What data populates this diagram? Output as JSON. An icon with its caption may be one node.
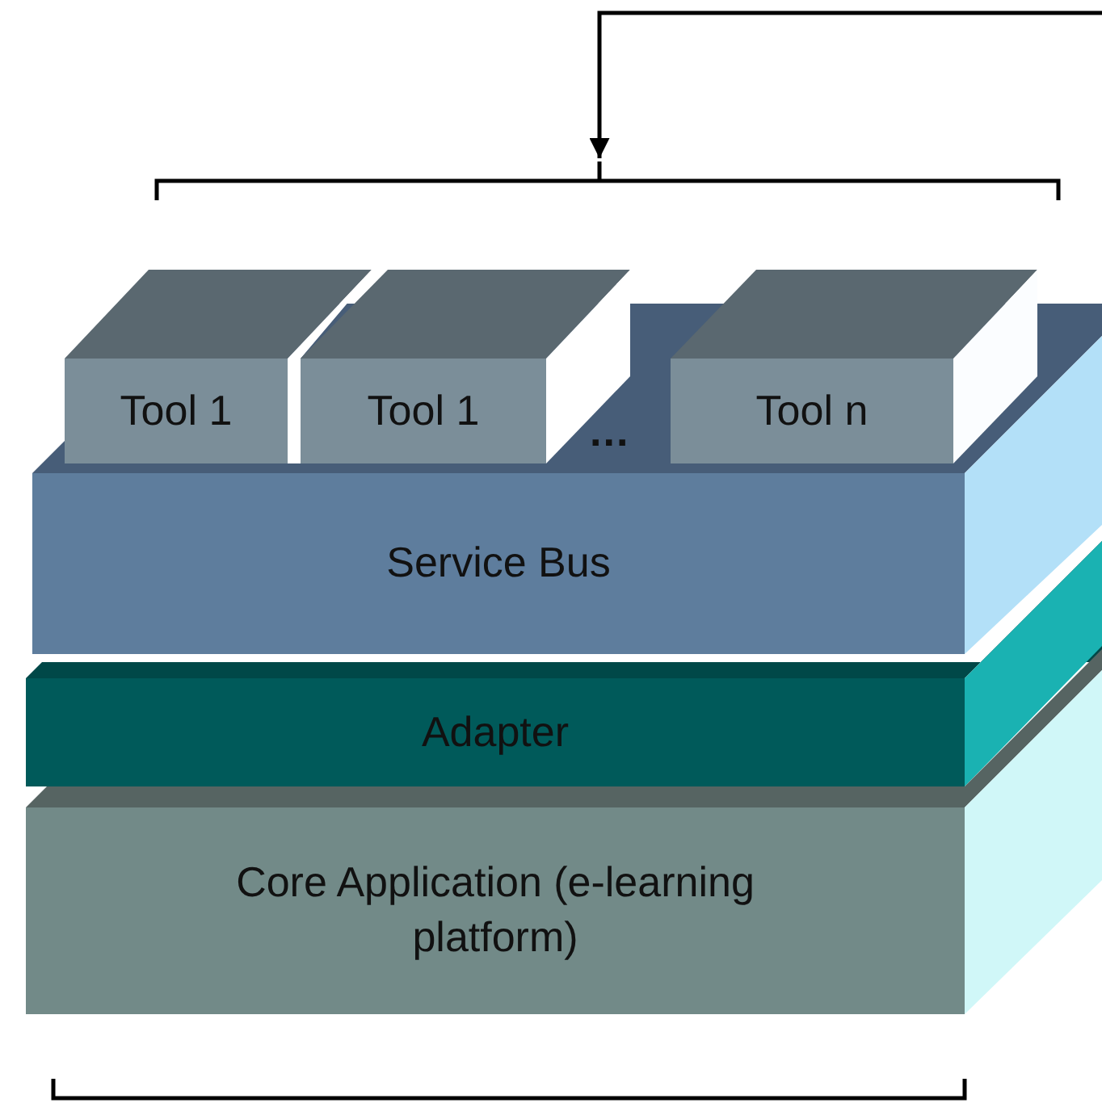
{
  "diagram": {
    "nodes": [
      {
        "text": [
          "Tool 1"
        ]
      },
      {
        "text": [
          "Tool 1"
        ]
      },
      {
        "text": [
          "Tool n"
        ]
      },
      {
        "text": [
          "Service Bus"
        ]
      },
      {
        "text": [
          "Adapter"
        ]
      },
      {
        "text": [
          "Core Application (e-learning platform)"
        ]
      },
      {
        "text": [],
        "shape": "bracket"
      }
    ],
    "edges": [
      {
        "from": null,
        "to": 6,
        "arrow": "to"
      }
    ],
    "labels": [
      "..."
    ]
  }
}
